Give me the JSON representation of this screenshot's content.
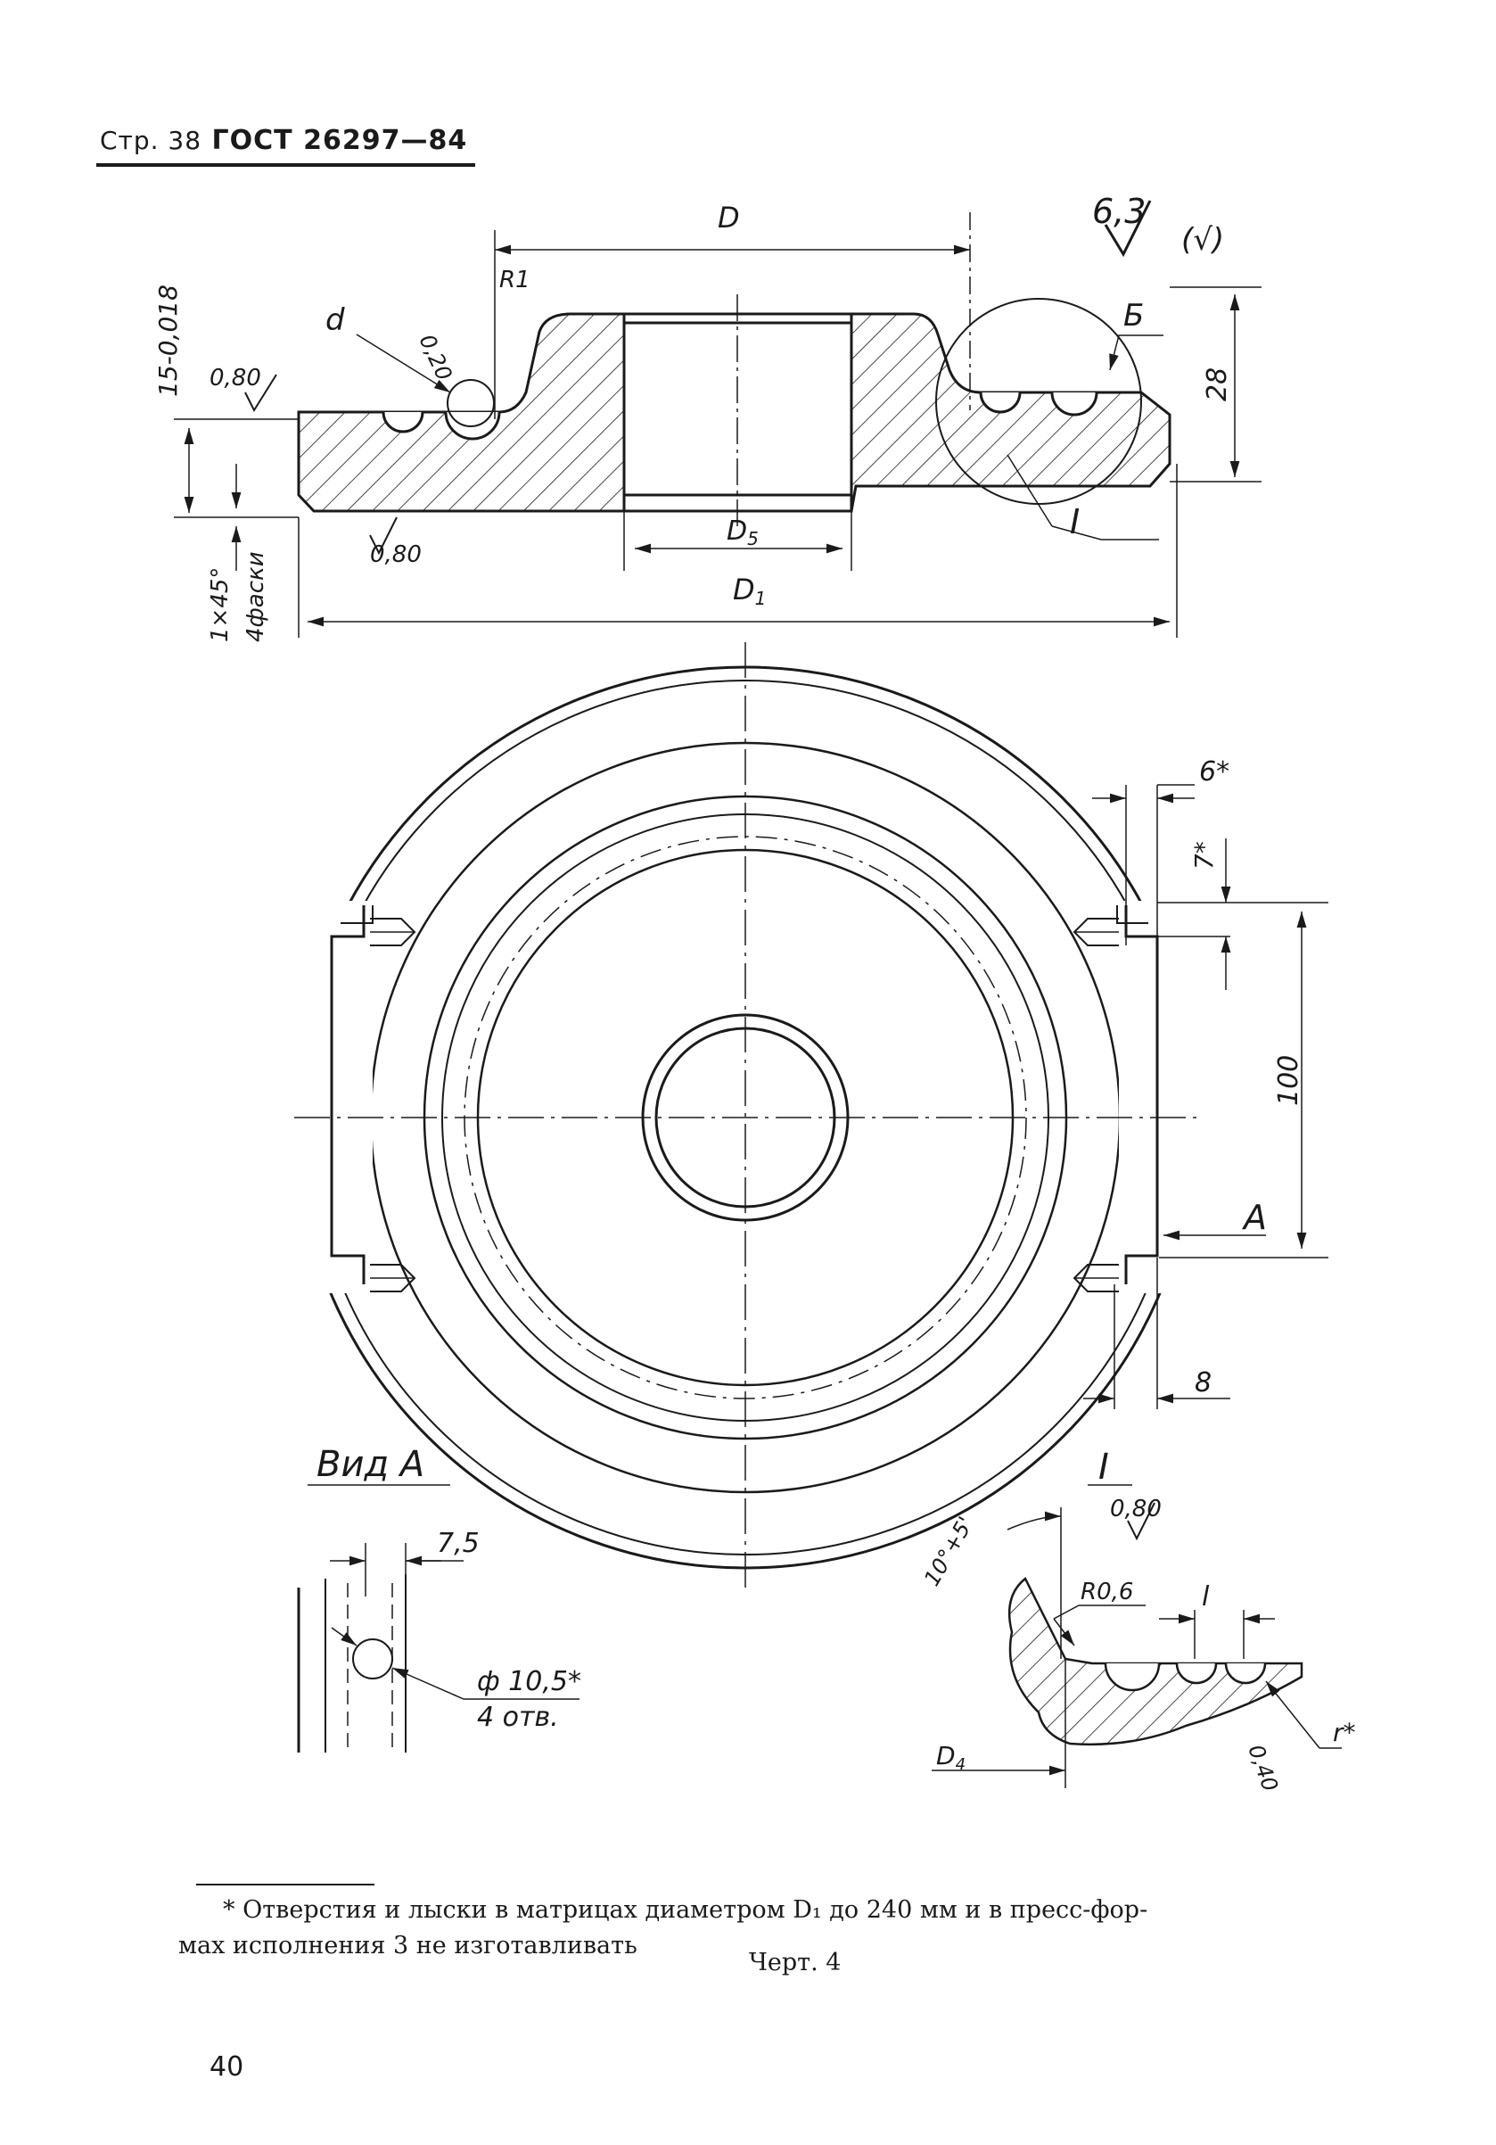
{
  "header": {
    "page_label": "Стр. 38",
    "standard": "ГОСТ 26297—84"
  },
  "drawing": {
    "section": {
      "dim_D": "D",
      "dim_D1": "D",
      "dim_D1_sub": "1",
      "dim_D5": "D",
      "dim_D5_sub": "5",
      "dim_28": "28",
      "dim_R1": "R1",
      "dim_d": "d",
      "dim_tol_left": "15-0,018",
      "chamfer_main": "1×45°",
      "chamfer_note": "4фаски",
      "rough_top_left": "0,80",
      "rough_bottom": "0,80",
      "rough_groove": "0,20",
      "rough_general": "6,3",
      "rough_general_paren": "(√)",
      "view_B": "Б",
      "detail_I": "I"
    },
    "plan": {
      "dim_6": "6*",
      "dim_7": "7*",
      "dim_100": "100",
      "dim_8": "8",
      "view_A_arrow": "A"
    },
    "view_A": {
      "title": "Вид А",
      "dim_7_5": "7,5",
      "hole_dia": "ф 10,5*",
      "hole_count": "4 отв."
    },
    "detail_I": {
      "title": "I",
      "angle": "10°+5'",
      "rough": "0,80",
      "radius": "R0,6",
      "dim_l": "l",
      "dim_D4": "D",
      "dim_D4_sub": "4",
      "r_star": "r*",
      "rough_groove": "0,40"
    }
  },
  "footnote": {
    "line1": "* Отверстия и лыски в матрицах диаметром D₁ до 240 мм и в пресс-фор-",
    "line2": "мах исполнения 3 не изготавливать"
  },
  "caption": "Черт. 4",
  "page_number": "40"
}
